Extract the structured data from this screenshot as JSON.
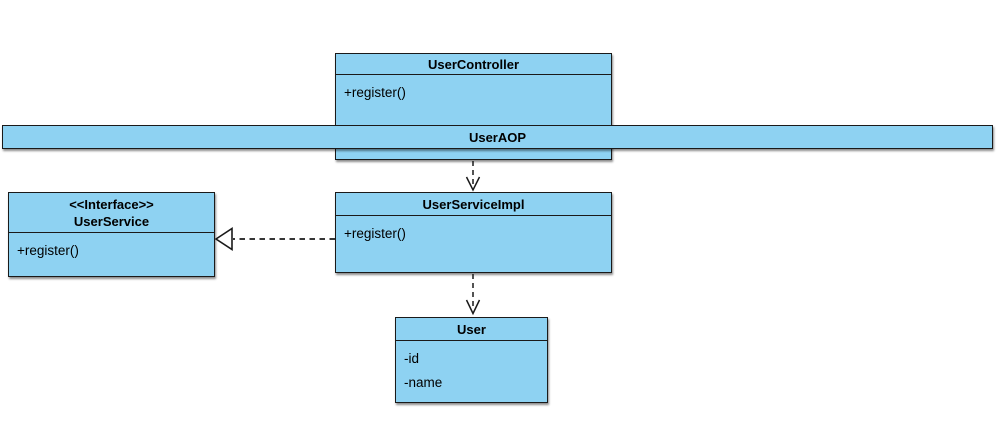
{
  "diagram": {
    "type": "uml-class-diagram",
    "colors": {
      "background": "#FFFFFF",
      "node_fill": "#8ED2F2",
      "node_border": "#1A1A1A",
      "text": "#000000"
    },
    "nodes": {
      "user_controller": {
        "title": "UserController",
        "members": [
          "+register()"
        ]
      },
      "user_aop": {
        "title": "UserAOP"
      },
      "user_service_impl": {
        "title": "UserServiceImpl",
        "members": [
          "+register()"
        ]
      },
      "user_service": {
        "stereotype": "<<Interface>>",
        "title": "UserService",
        "members": [
          "+register()"
        ]
      },
      "user": {
        "title": "User",
        "members": [
          "-id",
          "-name"
        ]
      }
    },
    "edges": [
      {
        "from": "UserController",
        "to": "UserServiceImpl",
        "type": "dependency",
        "style": "dashed-open-arrow"
      },
      {
        "from": "UserServiceImpl",
        "to": "UserService",
        "type": "realization",
        "style": "dashed-hollow-triangle"
      },
      {
        "from": "UserServiceImpl",
        "to": "User",
        "type": "dependency",
        "style": "dashed-open-arrow"
      }
    ]
  }
}
